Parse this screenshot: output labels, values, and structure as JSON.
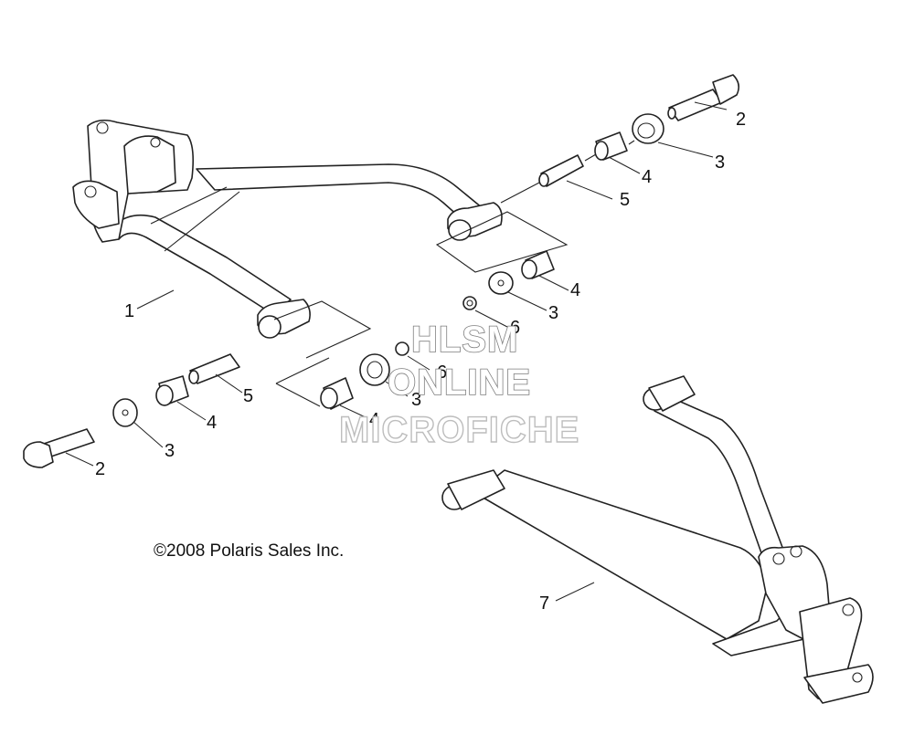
{
  "callouts": {
    "c1": "1",
    "c2a": "2",
    "c2b": "2",
    "c3a": "3",
    "c3b": "3",
    "c3c": "3",
    "c3d": "3",
    "c4a": "4",
    "c4b": "4",
    "c4c": "4",
    "c4d": "4",
    "c5a": "5",
    "c5b": "5",
    "c6a": "6",
    "c6b": "6",
    "c7": "7"
  },
  "copyright": "©2008 Polaris Sales Inc.",
  "watermark": {
    "line1": "HLSM",
    "line2": "ONLINE",
    "line3": "MICROFICHE"
  }
}
